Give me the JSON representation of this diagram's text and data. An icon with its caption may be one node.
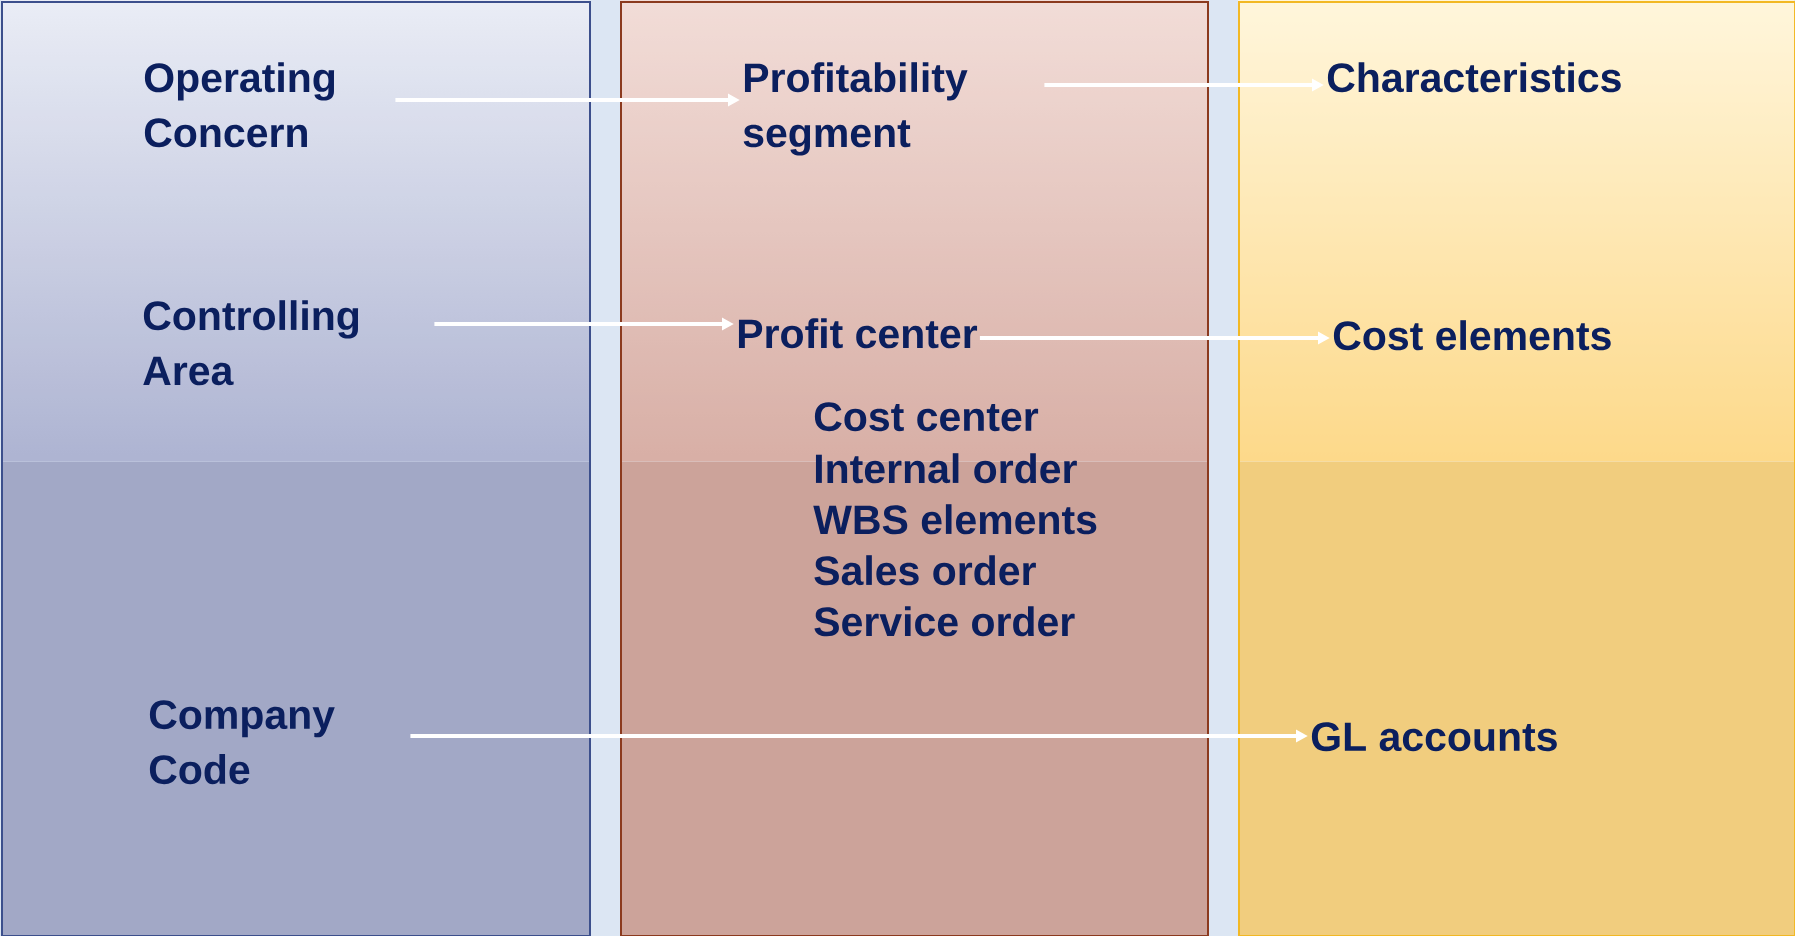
{
  "diagram": {
    "nodes": [
      {
        "text": [],
        "shape": "box"
      },
      {
        "text": [],
        "shape": "box"
      },
      {
        "text": [],
        "shape": "box"
      },
      {
        "text": [
          "Operating Concern"
        ],
        "in": 0
      },
      {
        "text": [
          "Controlling Area"
        ],
        "in": 0
      },
      {
        "text": [
          "Company Code"
        ],
        "in": 0
      },
      {
        "text": [
          "Profitability segment"
        ],
        "in": 1
      },
      {
        "text": [
          "Profit center"
        ],
        "in": 1
      },
      {
        "text": [
          "Characteristics"
        ],
        "in": 2
      },
      {
        "text": [
          "Cost elements"
        ],
        "in": 2
      },
      {
        "text": [
          "GL accounts"
        ],
        "in": 2
      }
    ],
    "edges": [
      {
        "from": 3,
        "to": 6,
        "arrow": "to"
      },
      {
        "from": 4,
        "to": 7,
        "arrow": "to"
      },
      {
        "from": 6,
        "to": 8,
        "arrow": "to"
      },
      {
        "from": 7,
        "to": 9,
        "arrow": "to"
      },
      {
        "from": 5,
        "to": 10,
        "arrow": "to"
      }
    ],
    "labels": [
      "Cost center",
      "Internal order",
      "WBS elements",
      "Sales order",
      "Service order"
    ]
  }
}
